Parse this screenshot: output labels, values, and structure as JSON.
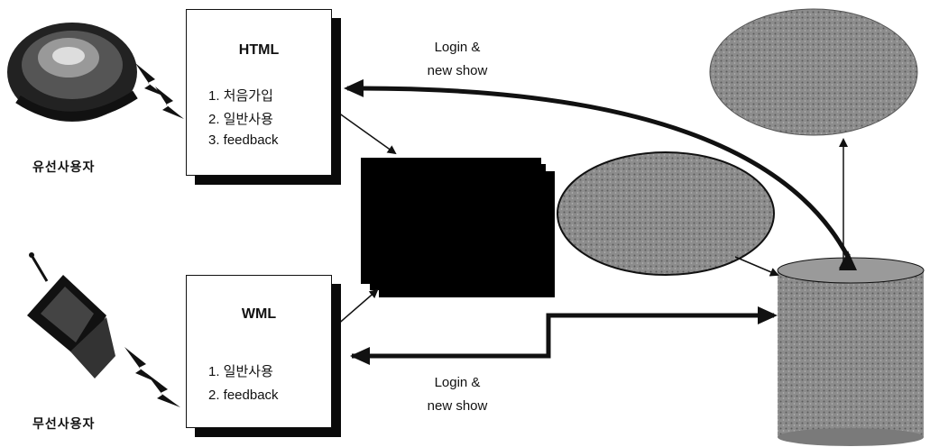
{
  "wired_user": {
    "label": "유선사용자"
  },
  "wireless_user": {
    "label": "무선사용자"
  },
  "html_box": {
    "title": "HTML",
    "items": [
      "1. 처음가입",
      "2. 일반사용",
      "3. feedback"
    ]
  },
  "wml_box": {
    "title": "WML",
    "items": [
      "1. 일반사용",
      "2. feedback"
    ]
  },
  "arrow_top_label": {
    "line1": "Login &",
    "line2": "new show"
  },
  "arrow_bottom_label": {
    "line1": "Login &",
    "line2": "new show"
  },
  "colors": {
    "ink": "#111111",
    "shadow": "#0a0a0a",
    "fill_dark": "#000000",
    "ellipse_gray": "#7a7a7a",
    "db_gray": "#8a8a8a"
  }
}
